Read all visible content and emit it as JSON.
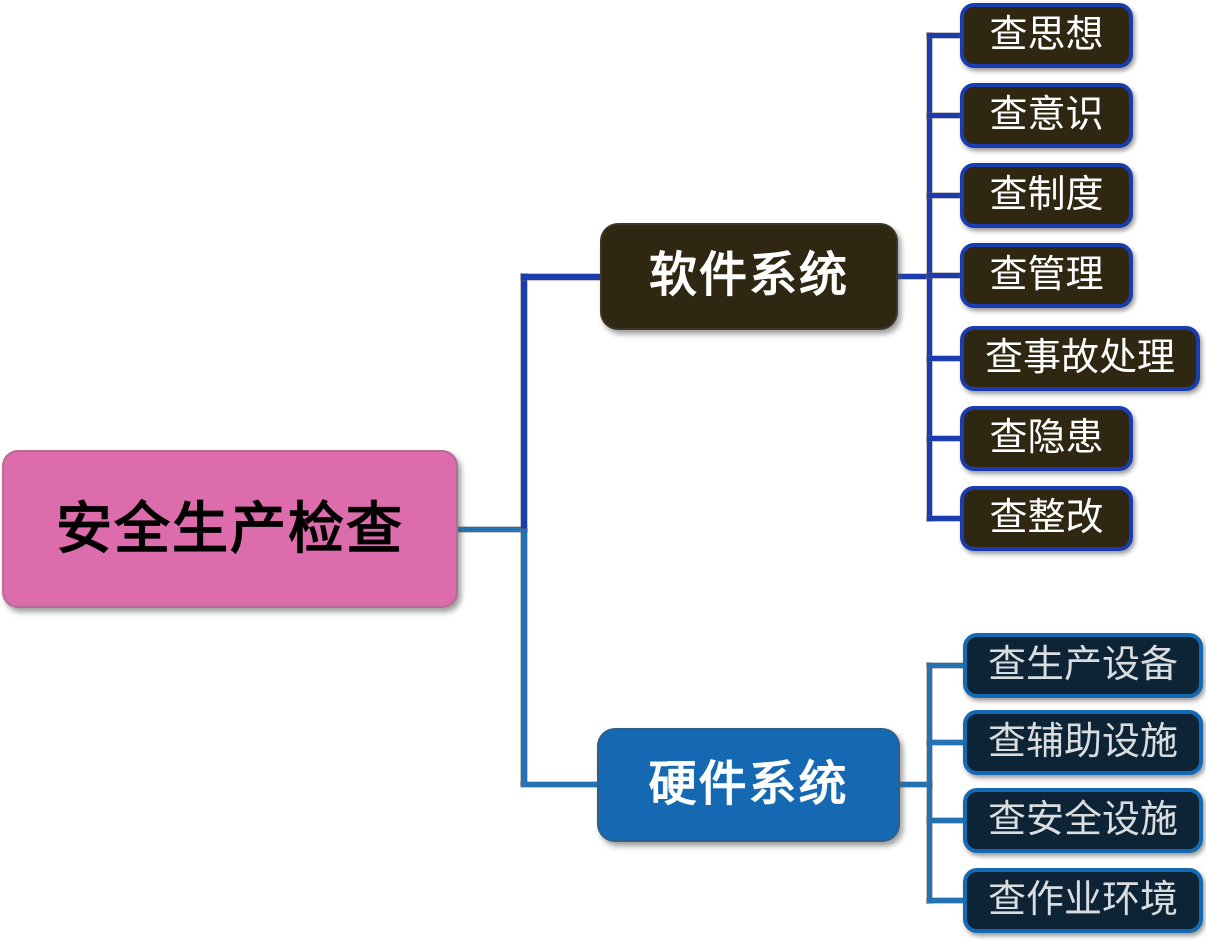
{
  "diagram": {
    "root": {
      "label": "安全生产检查"
    },
    "branches": [
      {
        "label": "软件系统",
        "children": [
          "查思想",
          "查意识",
          "查制度",
          "查管理",
          "查事故处理",
          "查隐患",
          "查整改"
        ]
      },
      {
        "label": "硬件系统",
        "children": [
          "查生产设备",
          "查辅助设施",
          "查安全设施",
          "查作业环境"
        ]
      }
    ]
  },
  "colors": {
    "root_fill": "#DD6CAC",
    "root_text": "#000000",
    "software_parent_fill": "#302712",
    "software_child_fill": "#302712",
    "software_border": "#1B3CAE",
    "hardware_parent_fill": "#1569B2",
    "hardware_child_fill": "#0D2436",
    "hardware_border": "#1569B2",
    "connector_upper_branch": "#1B3CAE",
    "connector_lower_branch": "#2272B4",
    "node_text": "#FFFFFF",
    "hardware_child_text": "#D9DDE0",
    "background": "#FFFFFF"
  }
}
